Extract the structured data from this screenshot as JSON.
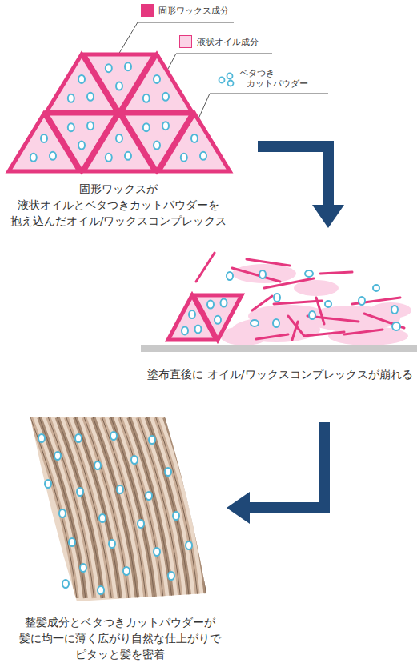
{
  "diagram": {
    "labels": [
      "固形ワックスが 液状オイルとベタつきカットパウダーを 抱え込んだオイル/ワックスコンプレックス",
      "塗布直後に オイル/ワックスコンプレックスが崩れる",
      "整髪成分とベタつきカットパウダーが 髪に均一に薄く広がり自然な仕上がりで ピタッと髪を密着"
    ],
    "legend": [
      {
        "text": "固形ワックス成分",
        "color": "#e5387f"
      },
      {
        "text": "液状オイル成分",
        "color": "#fbd3e6"
      },
      {
        "text": "ベタつき カットパウダー"
      }
    ]
  }
}
